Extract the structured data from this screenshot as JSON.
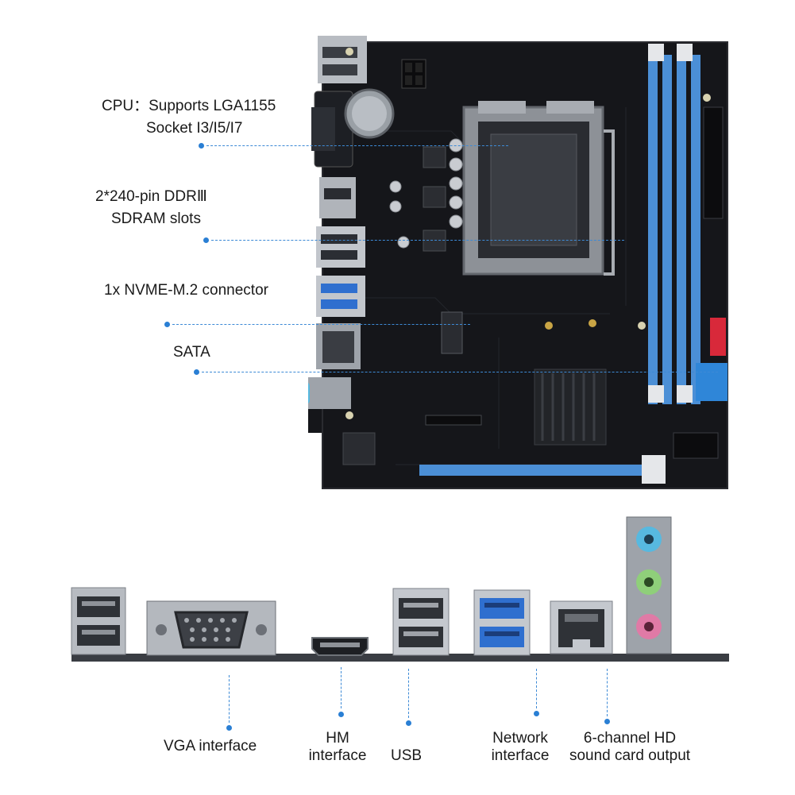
{
  "callouts": {
    "cpu": {
      "line1": "CPU：Supports LGA1155",
      "line2": "Socket I3/I5/I7"
    },
    "ddr": {
      "line1": "2*240-pin DDRⅢ",
      "line2": "SDRAM slots"
    },
    "nvme": {
      "line1": "1x NVME-M.2 connector"
    },
    "sata": {
      "line1": "SATA"
    }
  },
  "io_labels": {
    "vga": "VGA interface",
    "hm_line1": "HM",
    "hm_line2": "interface",
    "usb": "USB",
    "network_line1": "Network",
    "network_line2": "interface",
    "audio_line1": "6-channel HD",
    "audio_line2": "sound card output"
  },
  "colors": {
    "accent": "#2a7fd4",
    "pcb": "#15161a",
    "dimm_slot": "#4b8fd6",
    "sata_red": "#d8293a",
    "sata_blue": "#2f86d8",
    "audio_blue": "#57b9e0",
    "audio_green": "#8fcf7a",
    "audio_pink": "#e07aa6"
  }
}
